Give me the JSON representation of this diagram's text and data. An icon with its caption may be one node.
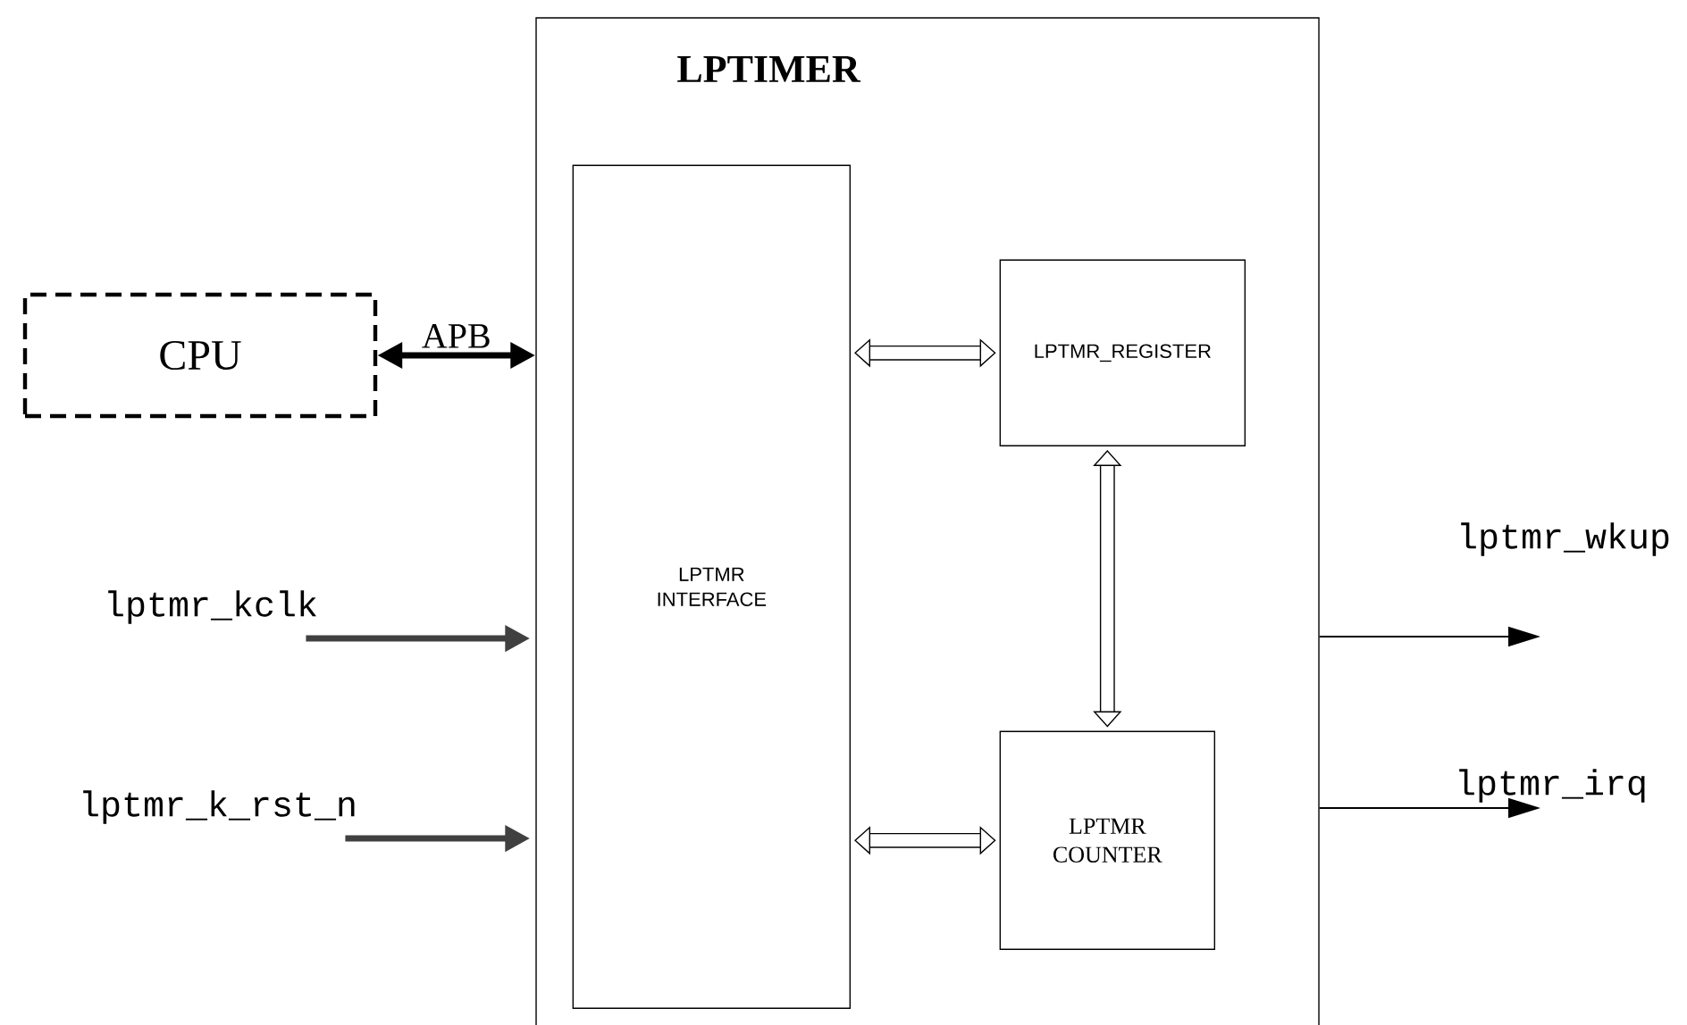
{
  "diagram": {
    "nodes": [
      {
        "text": [
          "LPTIMER"
        ]
      },
      {
        "text": [
          "CPU"
        ]
      },
      {
        "text": [
          "LPTMR INTERFACE"
        ],
        "in": 0
      },
      {
        "text": [
          "LPTMR_REGISTER"
        ],
        "in": 0
      },
      {
        "text": [
          "LPTMR COUNTER"
        ],
        "in": 0
      },
      {
        "text": [
          "lptmr_kclk"
        ]
      },
      {
        "text": [
          "lptmr_k_rst_n"
        ]
      },
      {
        "text": [
          "lptmr_wkup"
        ]
      },
      {
        "text": [
          "lptmr_irq"
        ]
      }
    ],
    "edges": [
      {
        "from": 1,
        "to": 0,
        "arrow": "both",
        "label": "APB"
      },
      {
        "from": 2,
        "to": 3,
        "arrow": "both",
        "style": "thick"
      },
      {
        "from": 3,
        "to": 4,
        "arrow": "both",
        "style": "thick"
      },
      {
        "from": 2,
        "to": 4,
        "arrow": "both",
        "style": "thick"
      },
      {
        "from": 5,
        "to": 0,
        "arrow": "to",
        "color": "#404040"
      },
      {
        "from": 6,
        "to": 0,
        "arrow": "to",
        "color": "#404040"
      },
      {
        "from": 0,
        "to": 7,
        "arrow": "to"
      },
      {
        "from": 0,
        "to": 8,
        "arrow": "to"
      }
    ]
  }
}
